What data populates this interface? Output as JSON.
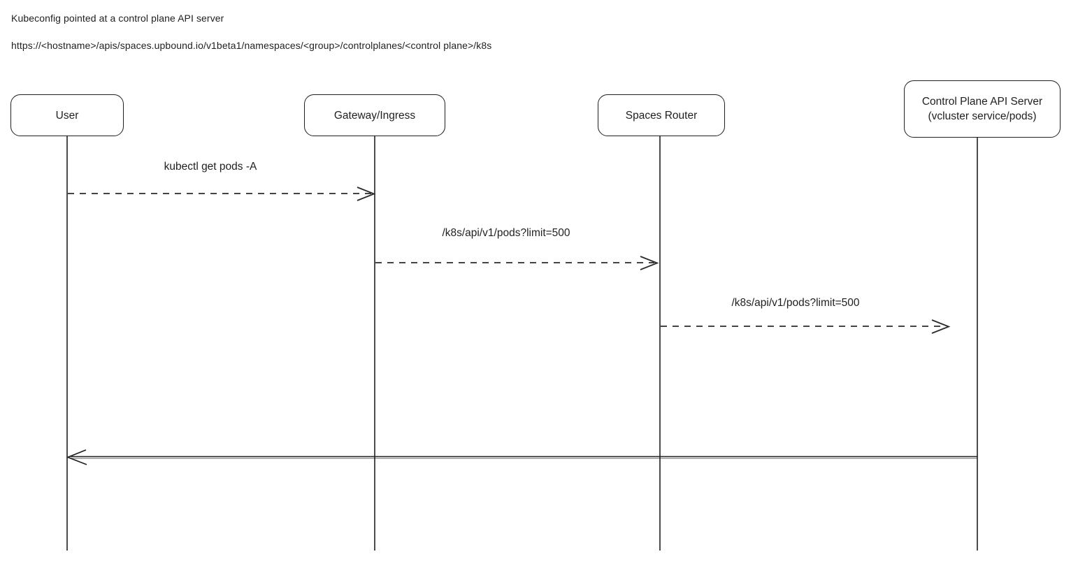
{
  "header": {
    "line1": "Kubeconfig pointed at a control plane API server",
    "line2": "https://<hostname>/apis/spaces.upbound.io/v1beta1/namespaces/<group>/controlplanes/<control plane>/k8s"
  },
  "diagram": {
    "type": "sequence",
    "colors": {
      "stroke": "#1f1f1f",
      "background": "#ffffff"
    },
    "actors": [
      {
        "label": "User"
      },
      {
        "label": "Gateway/Ingress"
      },
      {
        "label": "Spaces Router"
      },
      {
        "label": "Control Plane API Server",
        "sublabel": "(vcluster service/pods)"
      }
    ],
    "messages": [
      {
        "from": "User",
        "to": "Gateway/Ingress",
        "label": "kubectl get pods -A",
        "line": "dashed"
      },
      {
        "from": "Gateway/Ingress",
        "to": "Spaces Router",
        "label": "/k8s/api/v1/pods?limit=500",
        "line": "dashed"
      },
      {
        "from": "Spaces Router",
        "to": "Control Plane API Server",
        "label": "/k8s/api/v1/pods?limit=500",
        "line": "dashed"
      },
      {
        "from": "Control Plane API Server",
        "to": "User",
        "label": "",
        "line": "solid"
      }
    ]
  }
}
